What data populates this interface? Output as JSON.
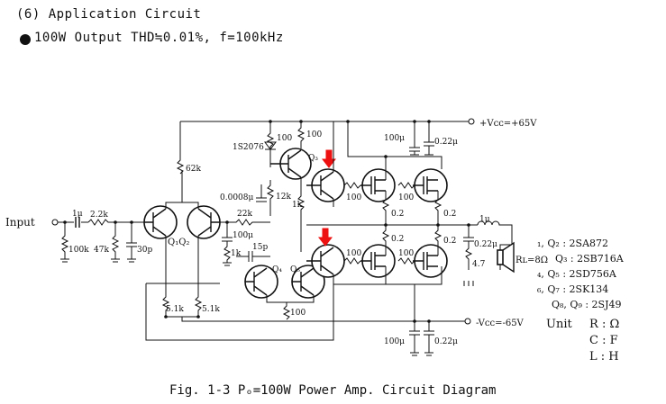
{
  "heading": "(6) Application Circuit",
  "subheading": "100W Output THD≒0.01%, f=100kHz",
  "caption": "Fig. 1-3  Pₒ=100W Power Amp. Circuit Diagram",
  "colors": {
    "line": "#111111",
    "arrow": "#e11111",
    "background": "#ffffff"
  },
  "labels": {
    "input": "Input",
    "vcc_pos": "+Vᴄᴄ=+65V",
    "vcc_neg": "-Vᴄᴄ=-65V",
    "load": "Rʟ=8Ω",
    "c_in": "1μ",
    "r_in": "2.2k",
    "r_100k": "100k",
    "r_47k": "47k",
    "c_30p": "30p",
    "r_62k": "62k",
    "q1q2": "Q₁Q₂",
    "r_51k_a": "5.1k",
    "r_51k_b": "5.1k",
    "r_22k": "22k",
    "c_100u_fb": "100μ",
    "r_1k": "1k",
    "c_15p": "15p",
    "q4": "Q₄",
    "q5": "Q₅",
    "r_100_e": "100",
    "diode": "1S2076",
    "r_100_a": "100",
    "r_100_b": "100",
    "q3": "Q₃",
    "c_0008": "0.0008μ",
    "r_12k": "12k",
    "r_1k_b": "1k",
    "r_g1": "100",
    "r_g2": "100",
    "r_g3": "100",
    "r_g4": "100",
    "r_02_a": "0.2",
    "r_02_b": "0.2",
    "r_02_c": "0.2",
    "r_02_d": "0.2",
    "c_100u_top": "100μ",
    "c_022u_top": "0.22μ",
    "c_100u_bot": "100μ",
    "c_022u_bot": "0.22μ",
    "l_1u": "1μ",
    "c_022u_out": "0.22μ",
    "r_47": "4.7"
  },
  "legend": [
    "₁, Q₂ : 2SA872",
    "Q₃ : 2SB716A",
    "₄, Q₅ : 2SD756A",
    "₆, Q₇ : 2SK134",
    "Q₈, Q₉ : 2SJ49"
  ],
  "units": {
    "title": "Unit",
    "rows": [
      {
        "sym": "R",
        "unit": ": Ω"
      },
      {
        "sym": "C",
        "unit": ": F"
      },
      {
        "sym": "L",
        "unit": ": H"
      }
    ]
  },
  "icons": {
    "bullet": "filled-circle-bullet",
    "speaker": "speaker-icon",
    "arrow": "red-arrow-icon"
  }
}
